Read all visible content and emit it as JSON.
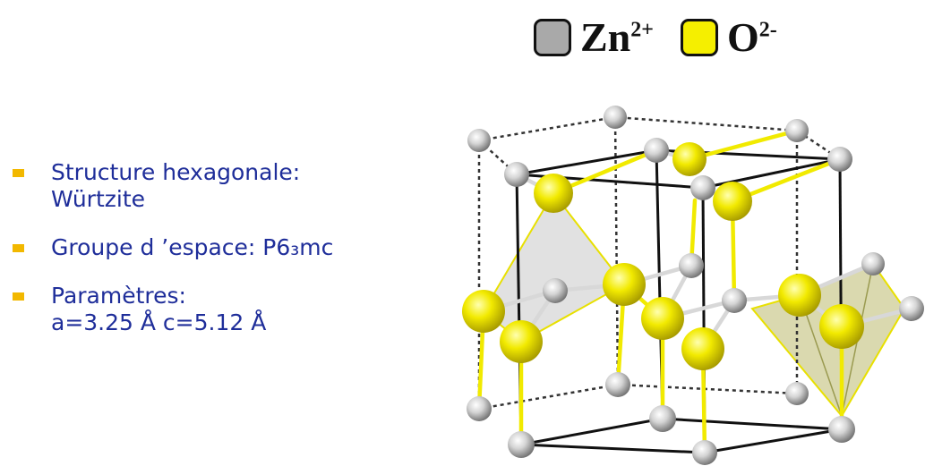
{
  "legend": {
    "zn": {
      "base": "Zn",
      "charge": "2+",
      "color": "#a9a9a9"
    },
    "o": {
      "base": "O",
      "charge": "2-",
      "color": "#f5ef00"
    }
  },
  "properties": [
    {
      "lines": [
        "Structure hexagonale:",
        "Würtzite"
      ]
    },
    {
      "lines": [
        "Groupe d ’espace: P6₃mc"
      ]
    },
    {
      "lines": [
        "Paramètres:",
        "a=3.25 Å c=5.12 Å"
      ]
    }
  ],
  "colors": {
    "text": "#1f2e9a",
    "bullet": "#f2b800",
    "zinc": "#bdbdbd",
    "oxygen": "#f1ea00"
  }
}
